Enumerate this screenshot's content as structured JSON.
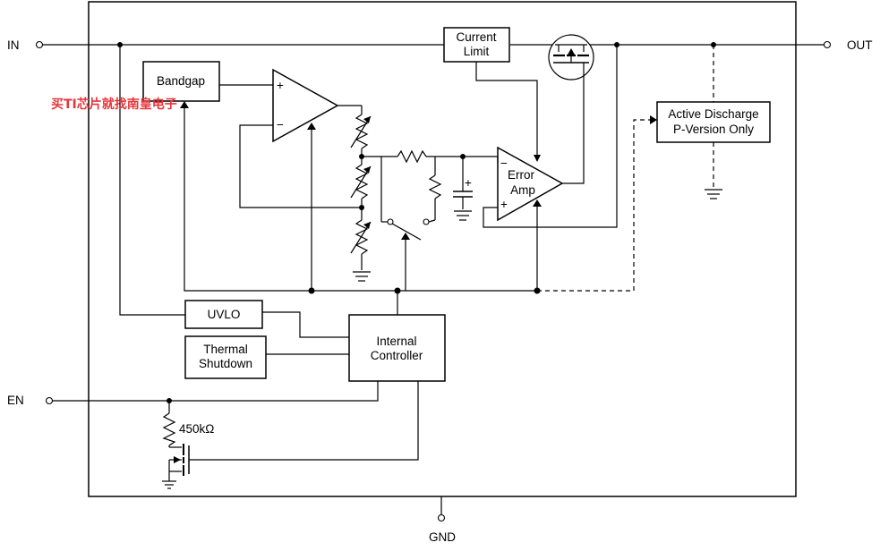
{
  "pins": {
    "in": "IN",
    "out": "OUT",
    "en": "EN",
    "gnd": "GND"
  },
  "blocks": {
    "bandgap": "Bandgap",
    "current_limit_line1": "Current",
    "current_limit_line2": "Limit",
    "active_discharge_line1": "Active Discharge",
    "active_discharge_line2": "P-Version Only",
    "error_amp_line1": "Error",
    "error_amp_line2": "Amp",
    "uvlo": "UVLO",
    "thermal_line1": "Thermal",
    "thermal_line2": "Shutdown",
    "controller_line1": "Internal",
    "controller_line2": "Controller"
  },
  "components": {
    "pulldown_resistor": "450kΩ",
    "opamp_plus": "+",
    "opamp_minus": "−",
    "erramp_plus": "+",
    "erramp_minus": "−",
    "cap_plus": "+"
  },
  "watermark": {
    "text": "买TI芯片就找南皇电子",
    "color": "#e8353b"
  }
}
